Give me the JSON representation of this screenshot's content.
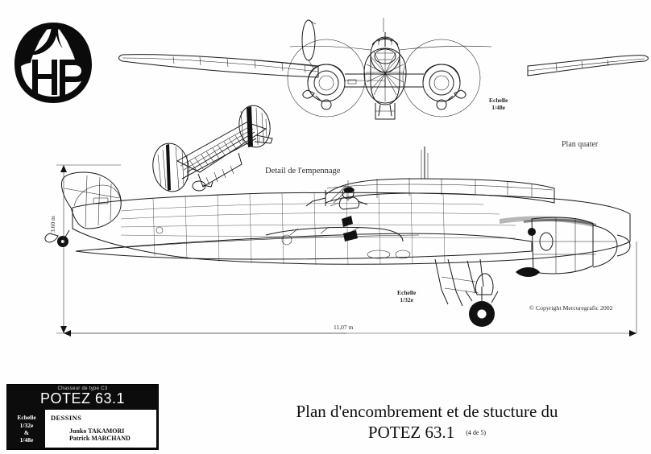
{
  "document": {
    "type": "technical-drawing",
    "subject": "POTEZ 63.1",
    "sheet_background": "#fefefe",
    "ink_color": "#1a1a1a"
  },
  "logo": {
    "name": "hp-logo",
    "letters": "HP",
    "description": "stylized bird wings encircling the letters HP"
  },
  "views": {
    "front": {
      "name": "front-plan-view",
      "scale_label_line1": "Echelle",
      "scale_label_line2": "1/48e"
    },
    "tail_detail": {
      "name": "tail-empennage-detail",
      "caption": "Detail de l'empennage"
    },
    "side": {
      "name": "side-profile-view",
      "scale_label_line1": "Echelle",
      "scale_label_line2": "1/32e"
    },
    "plan_note": "Plan quater"
  },
  "dimensions": {
    "height": "3.60 m",
    "length": "11,07 m"
  },
  "copyright": "© Copyright Mercuregrafic 2002",
  "title_block": {
    "subtitle": "Chasseur de type C3",
    "title": "POTEZ 63.1",
    "scale_line1": "Echelle",
    "scale_line2": "1/32e",
    "scale_line3": "&",
    "scale_line4": "1/48e",
    "section_label": "DESSINS",
    "authors": [
      "Junko TAKAMORI",
      "Patrick MARCHAND"
    ]
  },
  "caption": {
    "line1": "Plan d'encombrement et de stucture du",
    "line2": "POTEZ 63.1",
    "page": "(4 de 5)"
  }
}
